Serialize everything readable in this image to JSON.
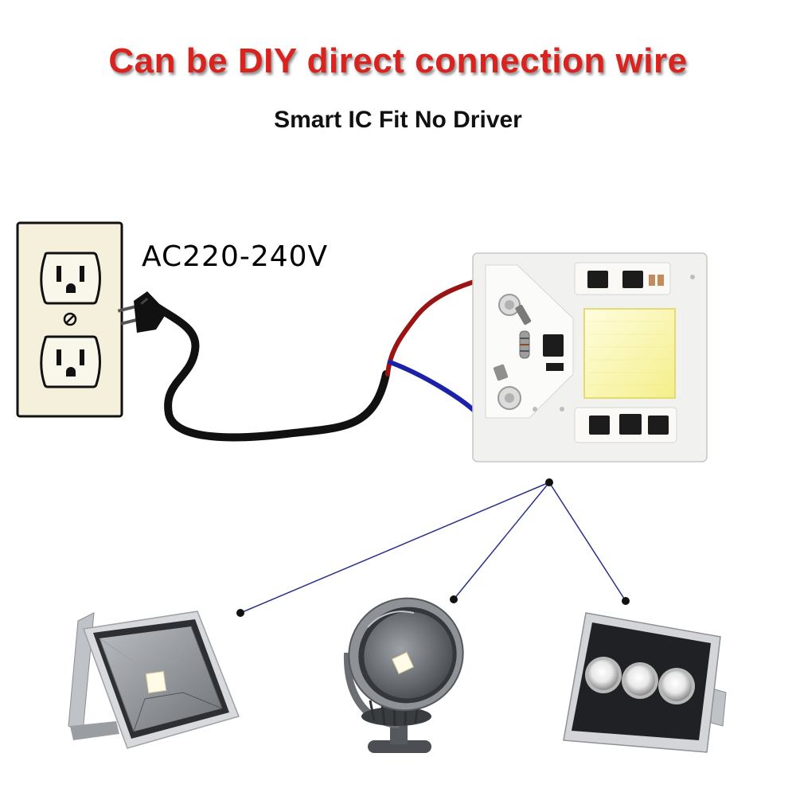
{
  "header": {
    "title": "Can be DIY direct connection wire",
    "subtitle": "Smart IC Fit No Driver"
  },
  "supply": {
    "voltage_label": "AC220-240V"
  },
  "colors": {
    "title_red": "#d9231f",
    "wire_live": "#9b1414",
    "wire_neutral": "#1b22a8",
    "cable": "#111111",
    "outlet_face": "#f4f0dc",
    "connector_line": "#2a2f8a",
    "led_yellow": "#fbf7a8"
  },
  "icons": [
    "wall-outlet-icon",
    "power-plug-icon",
    "led-cob-board-icon",
    "flood-light-icon",
    "round-spotlight-icon",
    "triple-led-flood-light-icon"
  ]
}
